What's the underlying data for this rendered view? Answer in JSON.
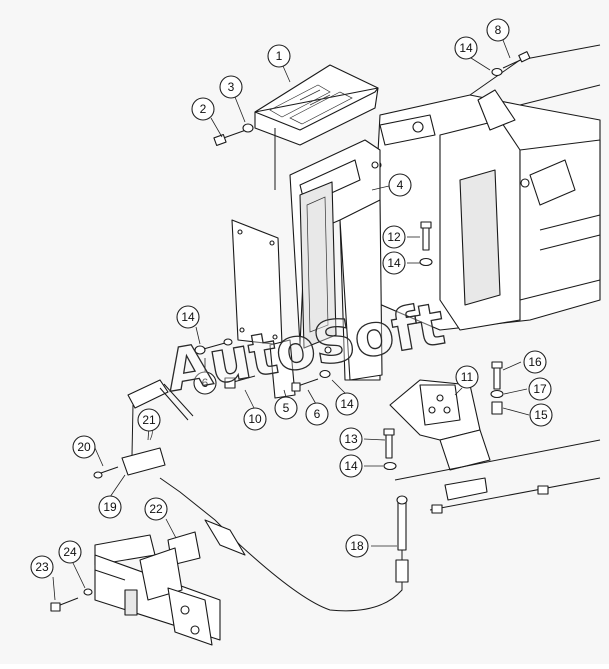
{
  "diagram": {
    "watermark": "AutoSoft",
    "callouts": [
      "1",
      "2",
      "3",
      "4",
      "5",
      "6",
      "6",
      "8",
      "10",
      "11",
      "12",
      "13",
      "14",
      "14",
      "14",
      "14",
      "14",
      "15",
      "16",
      "17",
      "18",
      "19",
      "20",
      "21",
      "22",
      "23",
      "24"
    ]
  }
}
